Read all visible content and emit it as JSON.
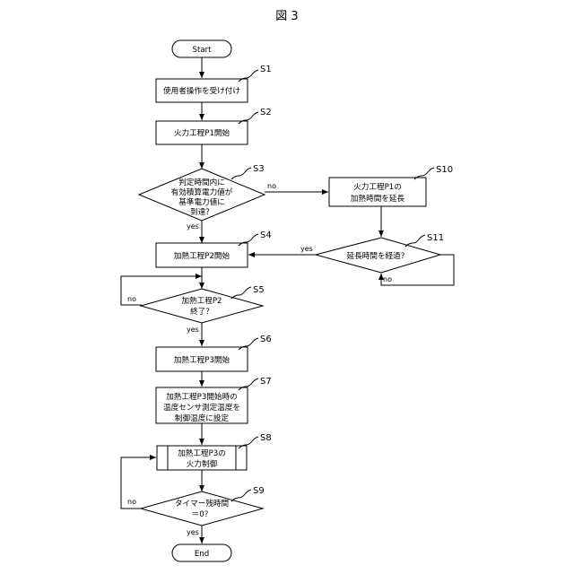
{
  "figure_label": "図 3",
  "terminals": {
    "start": "Start",
    "end": "End"
  },
  "steps": {
    "S1": {
      "id": "S1",
      "lines": [
        "使用者操作を受け付け"
      ]
    },
    "S2": {
      "id": "S2",
      "lines": [
        "火力工程P1開始"
      ]
    },
    "S3": {
      "id": "S3",
      "lines": [
        "判定時間内に",
        "有効積算電力値が",
        "基準電力値に",
        "到達？"
      ]
    },
    "S4": {
      "id": "S4",
      "lines": [
        "加熱工程P2開始"
      ]
    },
    "S5": {
      "id": "S5",
      "lines": [
        "加熱工程P2",
        "終了？"
      ]
    },
    "S6": {
      "id": "S6",
      "lines": [
        "加熱工程P3開始"
      ]
    },
    "S7": {
      "id": "S7",
      "lines": [
        "加熱工程P3開始時の",
        "温度センサ測定温度を",
        "制御温度に設定"
      ]
    },
    "S8": {
      "id": "S8",
      "lines": [
        "加熱工程P3の",
        "火力制御"
      ]
    },
    "S9": {
      "id": "S9",
      "lines": [
        "タイマー残時間",
        "＝0？"
      ]
    },
    "S10": {
      "id": "S10",
      "lines": [
        "火力工程P1の",
        "加熱時間を延長"
      ]
    },
    "S11": {
      "id": "S11",
      "lines": [
        "延長時間を経過？"
      ]
    }
  },
  "branch_labels": {
    "s3_yes": "yes",
    "s3_no": "no",
    "s5_yes": "yes",
    "s5_no": "no",
    "s9_yes": "yes",
    "s9_no": "no",
    "s11_yes": "yes",
    "s11_no": "no"
  }
}
